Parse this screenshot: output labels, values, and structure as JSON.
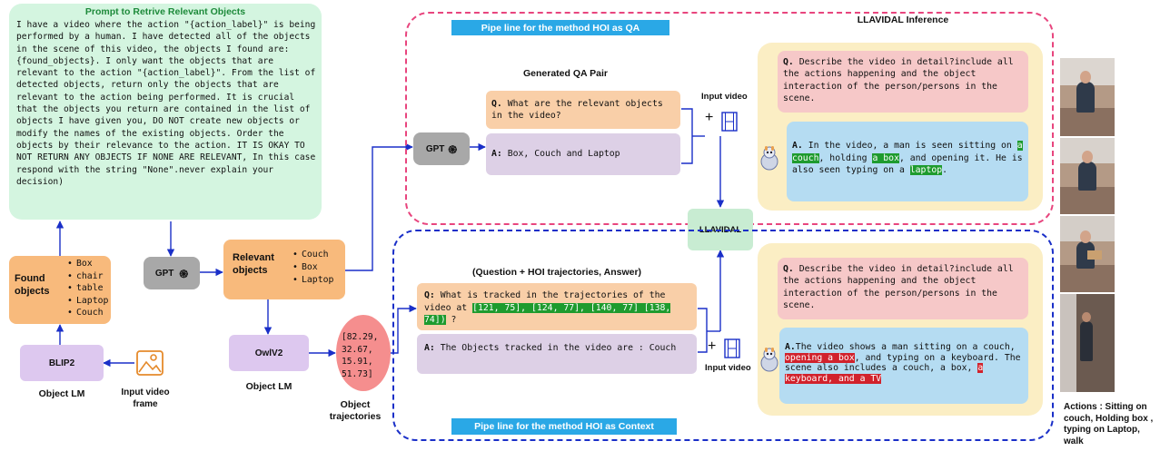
{
  "prompt": {
    "title": "Prompt to Retrive Relevant Objects",
    "text": "I have a video where the action \"{action_label}\" is being performed by a human. I have detected all of the objects in the scene of this video, the objects I found are: {found_objects}. I only want the objects that are relevant to the action \"{action_label}\". From the list of detected objects, return only the objects that are relevant to the action being performed. It is crucial that the objects you return are contained in the list of objects I have given you, DO NOT create new objects or modify the names of the existing objects. Order the objects by their relevance to the action. IT IS OKAY TO NOT RETURN ANY OBJECTS IF NONE ARE RELEVANT, In this case respond with the string \"None\".never explain your decision)"
  },
  "found_objects": {
    "label": "Found objects",
    "items": [
      "Box",
      "chair",
      "table",
      "Laptop",
      "Couch"
    ]
  },
  "gpt_left": {
    "label": "GPT"
  },
  "relevant_objects": {
    "label": "Relevant objects",
    "items": [
      "Couch",
      "Box",
      "Laptop"
    ]
  },
  "blip2": {
    "label": "BLIP2",
    "caption": "Object LM"
  },
  "input_frame": {
    "caption": "Input video frame"
  },
  "owlv2": {
    "label": "OwlV2",
    "caption": "Object LM"
  },
  "trajectories": {
    "values": "[82.29, 32.67, 15.91, 51.73]",
    "caption": "Object trajectories"
  },
  "qa_pipeline": {
    "tag": "Pipe line  for the method HOI as QA",
    "heading": "Generated QA Pair",
    "q_prefix": "Q.",
    "q_text": "What are the relevant objects in the video?",
    "a_prefix": "A:",
    "a_text": "Box, Couch and Laptop",
    "gpt_label": "GPT",
    "input_video": "Input video",
    "plus": "+"
  },
  "context_pipeline": {
    "tag": "Pipe line  for the method HOI as Context",
    "heading": "(Question + HOI trajectories, Answer)",
    "q_prefix": "Q:",
    "q_text_1": "What is tracked in the trajectories of the  video at ",
    "q_coords": "[121, 75], [124, 77], [140, 77] [138, 74])",
    "q_text_2": " ?",
    "a_prefix": "A:",
    "a_text": "The Objects tracked in the video  are : Couch",
    "input_video": "Input video",
    "plus": "+"
  },
  "llavidal": {
    "label": "LLAVIDAL",
    "inference_title": "LLAVIDAL Inference"
  },
  "top_chat": {
    "q_prefix": "Q.",
    "q_text": "Describe the video in detail?include all the actions happening and the object interaction of the person/persons in the scene.",
    "a_prefix": "A.",
    "a_seg": [
      "In the video, a man is seen sitting on ",
      "a couch",
      ", holding ",
      "a box",
      ", and opening it. He is also seen typing on a ",
      "laptop",
      "."
    ]
  },
  "bottom_chat": {
    "q_prefix": "Q.",
    "q_text": "Describe the video in detail?include all the actions happening and the object interaction of the person/persons in the scene.",
    "a_prefix": "A.",
    "a_seg": [
      "The video shows a man sitting on a couch, ",
      "opening a box",
      ", and typing on a keyboard. The scene also includes a couch, a box, ",
      "a keyboard, and a TV"
    ]
  },
  "actions_caption": "Actions : Sitting on couch, Holding box , typing on Laptop, walk",
  "colors": {
    "green_panel": "#d4f5e0",
    "orange": "#f8ba7c",
    "lavender": "#ded2ea",
    "pink_dash": "#e8457e",
    "blue_dash": "#1a2fc8",
    "yellow_panel": "#fbeec4",
    "highlight_green": "#1e9b2e",
    "highlight_red": "#d1222c"
  }
}
